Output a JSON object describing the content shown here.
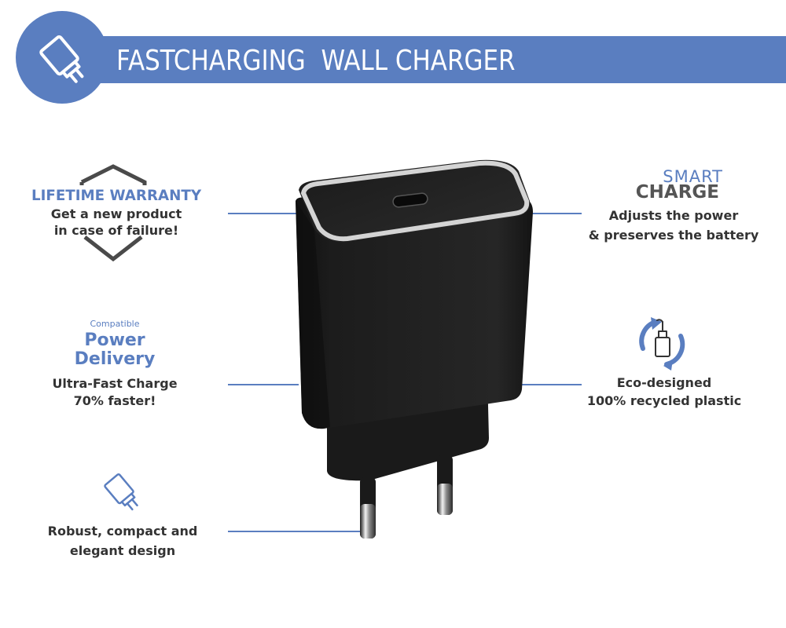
{
  "header": {
    "title": "FASTCHARGING  WALL CHARGER",
    "badge_icon": "wall-charger-icon",
    "color": "#5a7ec0"
  },
  "features": {
    "warranty": {
      "icon": "shield-icon",
      "title": "LIFETIME WARRANTY",
      "line1": "Get a new product",
      "line2": "in case of failure!"
    },
    "power_delivery": {
      "small": "Compatible",
      "title1": "Power",
      "title2": "Delivery",
      "line1": "Ultra-Fast Charge",
      "line2": "70% faster!"
    },
    "design": {
      "icon": "charger-outline-icon",
      "line1": "Robust, compact and",
      "line2": "elegant design"
    },
    "smart_charge": {
      "title_light": "SMART",
      "title_bold": "CHARGE",
      "line1": "Adjusts the power",
      "line2": "& preserves the battery"
    },
    "eco": {
      "icon": "recycle-charger-icon",
      "line1": "Eco-designed",
      "line2": "100% recycled plastic"
    }
  },
  "colors": {
    "accent": "#5a7ec0",
    "text": "#333333",
    "product": "#1c1c1c"
  }
}
